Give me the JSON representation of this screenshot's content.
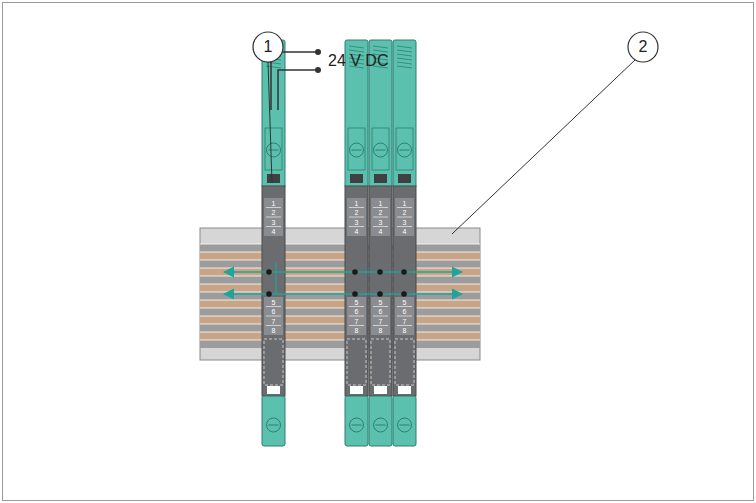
{
  "diagram": {
    "labels": [
      "1",
      "2",
      "24 V DC",
      "1",
      "2",
      "3",
      "4",
      "5",
      "6",
      "7",
      "8",
      "1",
      "2",
      "3",
      "4",
      "5",
      "6",
      "7",
      "8",
      "1",
      "2",
      "3",
      "4",
      "5",
      "6",
      "7",
      "8",
      "1",
      "2",
      "3",
      "4",
      "5",
      "6",
      "7",
      "8"
    ]
  }
}
